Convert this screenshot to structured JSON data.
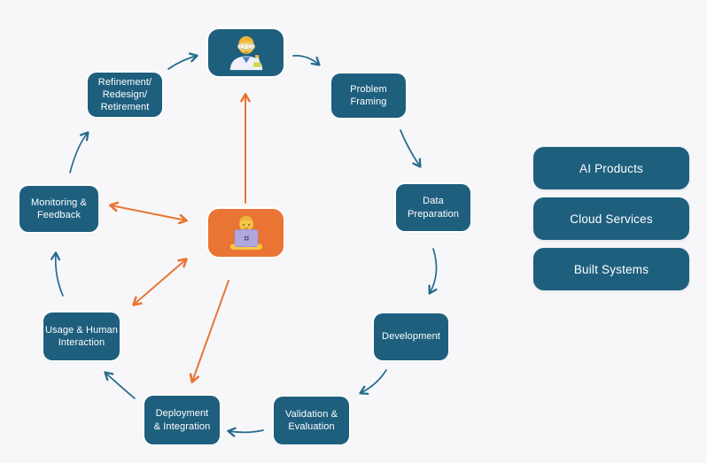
{
  "diagram": {
    "type": "ai-lifecycle-cycle-diagram",
    "colors": {
      "background": "#F7F7F9",
      "node_teal": "#1E5F7E",
      "center_orange": "#EA7434",
      "arrow_teal": "#266B8F",
      "arrow_orange": "#EA7434",
      "node_text": "#FFFFFF"
    },
    "top_node": {
      "icon": "scientist-emoji"
    },
    "center_node": {
      "icon": "person-at-laptop-emoji"
    },
    "nodes": {
      "refinement": {
        "label": "Refinement/\nRedesign/\nRetirement"
      },
      "problem_framing": {
        "label": "Problem\nFraming"
      },
      "data_preparation": {
        "label": "Data\nPreparation"
      },
      "development": {
        "label": "Development"
      },
      "validation": {
        "label": "Validation &\nEvaluation"
      },
      "deployment": {
        "label": "Deployment\n& Integration"
      },
      "usage": {
        "label": "Usage & Human\nInteraction"
      },
      "monitoring": {
        "label": "Monitoring &\nFeedback"
      }
    },
    "cycle_order": [
      "scientist",
      "problem_framing",
      "data_preparation",
      "development",
      "validation",
      "deployment",
      "usage",
      "monitoring",
      "refinement",
      "scientist"
    ],
    "center_connections": [
      {
        "to": "scientist",
        "style": "one-way"
      },
      {
        "to": "monitoring",
        "style": "two-way"
      },
      {
        "to": "usage",
        "style": "two-way"
      },
      {
        "to": "deployment",
        "style": "one-way"
      }
    ],
    "outputs": [
      "AI Products",
      "Cloud Services",
      "Built Systems"
    ]
  }
}
